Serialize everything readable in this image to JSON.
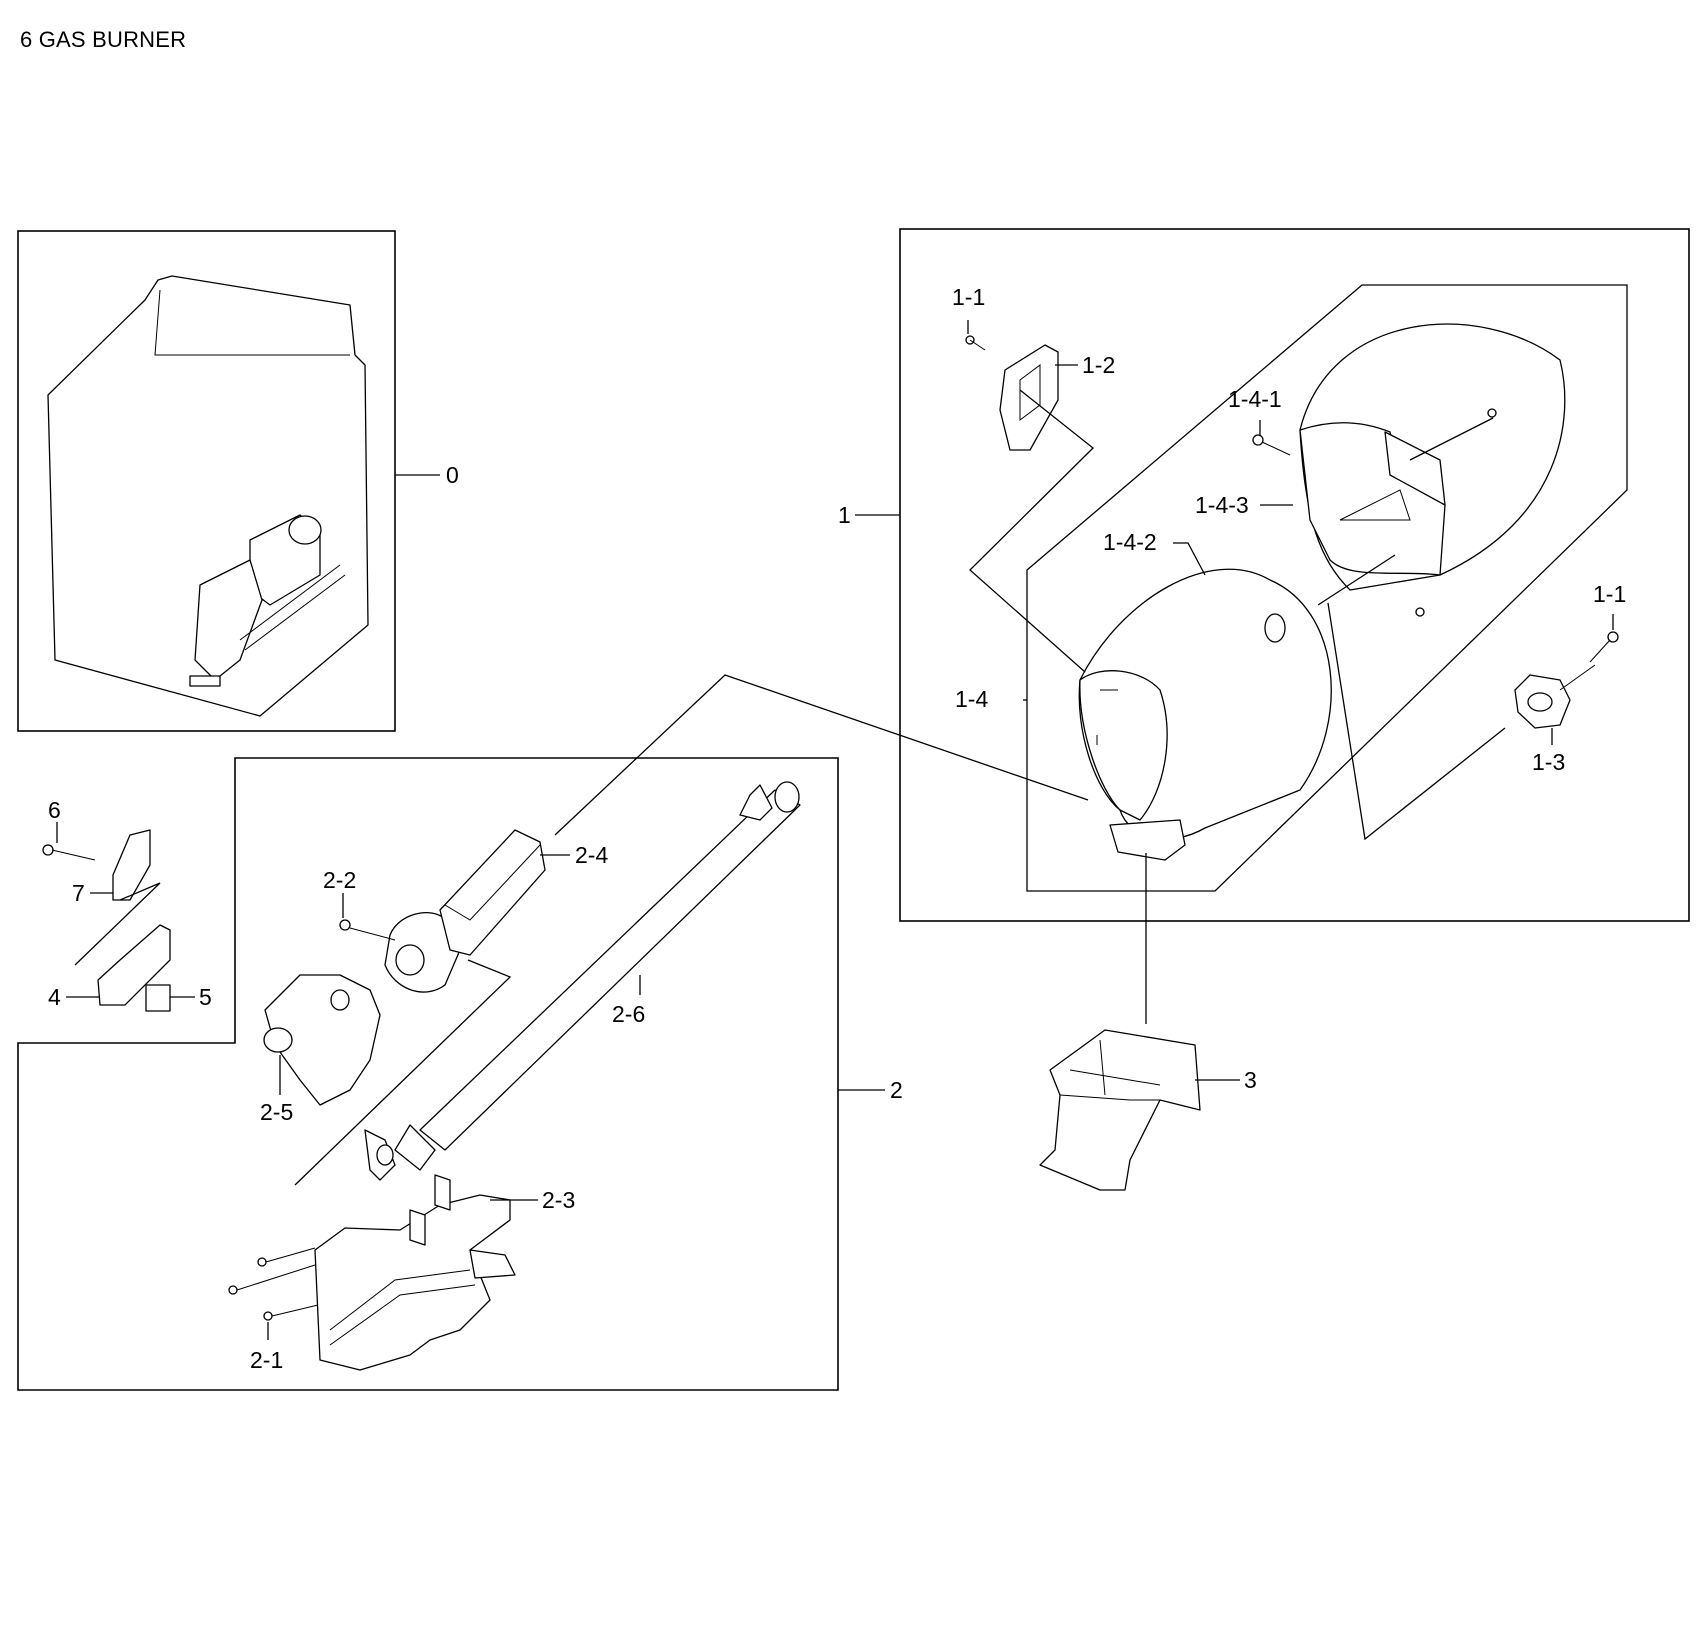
{
  "title": "6 GAS BURNER",
  "callouts": {
    "c0": "0",
    "c1": "1",
    "c1_1a": "1-1",
    "c1_1b": "1-1",
    "c1_2": "1-2",
    "c1_3": "1-3",
    "c1_4": "1-4",
    "c1_4_1": "1-4-1",
    "c1_4_2": "1-4-2",
    "c1_4_3": "1-4-3",
    "c2": "2",
    "c2_1": "2-1",
    "c2_2": "2-2",
    "c2_3": "2-3",
    "c2_4": "2-4",
    "c2_5": "2-5",
    "c2_6": "2-6",
    "c3": "3",
    "c4": "4",
    "c5": "5",
    "c6": "6",
    "c7": "7"
  },
  "icons": {
    "assembly_overview": "dryer-cabinet-with-burner-drawing",
    "combustion_chamber": "cylindrical-duct-drawing",
    "burner_tube": "burner-tube-drawing",
    "gas_valve": "gas-valve-drawing",
    "burner_bracket": "mounting-bracket-drawing",
    "igniter": "igniter-drawing",
    "flame_sensor": "flame-sensor-drawing",
    "screw": "screw-drawing"
  }
}
